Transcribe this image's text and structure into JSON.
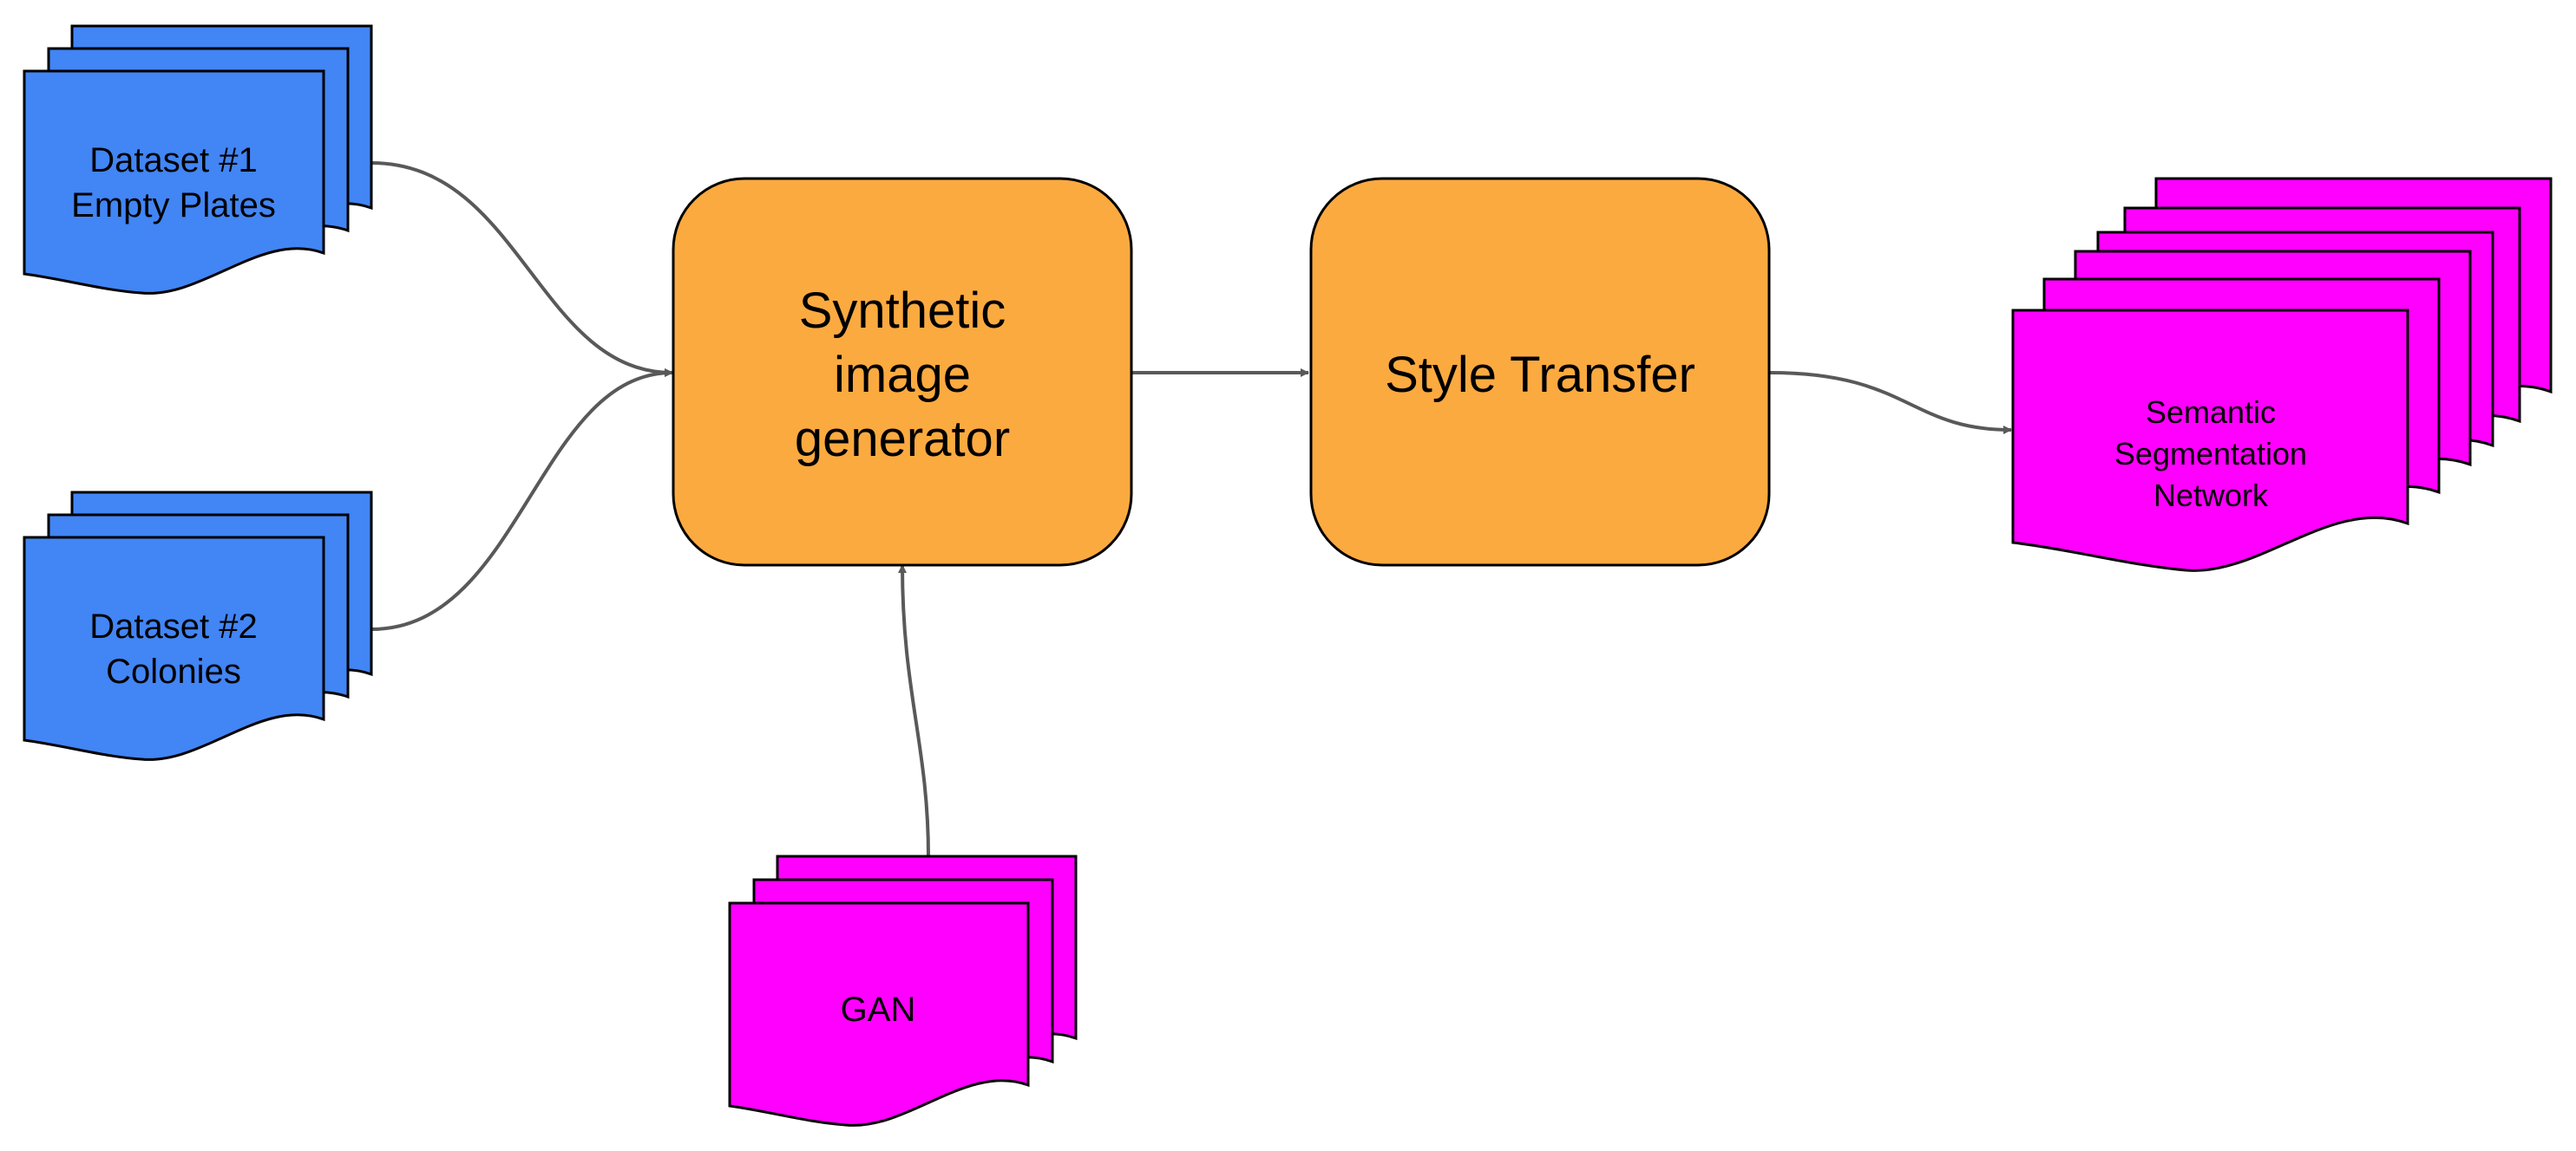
{
  "colors": {
    "dataset_fill": "#4285f4",
    "process_fill": "#fbaa40",
    "model_fill": "#ff00ff",
    "outline": "#000000",
    "connector": "#595959",
    "background": "#ffffff"
  },
  "nodes": {
    "dataset1": {
      "line1": "Dataset #1",
      "line2": "Empty Plates"
    },
    "dataset2": {
      "line1": "Dataset #2",
      "line2": "Colonies"
    },
    "synthetic": {
      "line1": "Synthetic",
      "line2": "image",
      "line3": "generator"
    },
    "style_transfer": {
      "label": "Style Transfer"
    },
    "gan": {
      "label": "GAN"
    },
    "segmentation": {
      "line1": "Semantic",
      "line2": "Segmentation",
      "line3": "Network"
    }
  },
  "edges": [
    {
      "from": "dataset1",
      "to": "synthetic"
    },
    {
      "from": "dataset2",
      "to": "synthetic"
    },
    {
      "from": "gan",
      "to": "synthetic"
    },
    {
      "from": "synthetic",
      "to": "style_transfer"
    },
    {
      "from": "style_transfer",
      "to": "segmentation"
    }
  ]
}
